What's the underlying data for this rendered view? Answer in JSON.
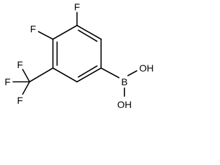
{
  "molecule": {
    "atoms": {
      "f_top": "F",
      "f_left": "F",
      "f_cf3_top": "F",
      "f_cf3_left": "F",
      "f_cf3_bottom": "F",
      "boron": "B",
      "oh_top": "OH",
      "oh_bottom": "OH"
    },
    "colors": {
      "bonds": "#000000",
      "labels": "#000000",
      "background": "#ffffff"
    }
  }
}
